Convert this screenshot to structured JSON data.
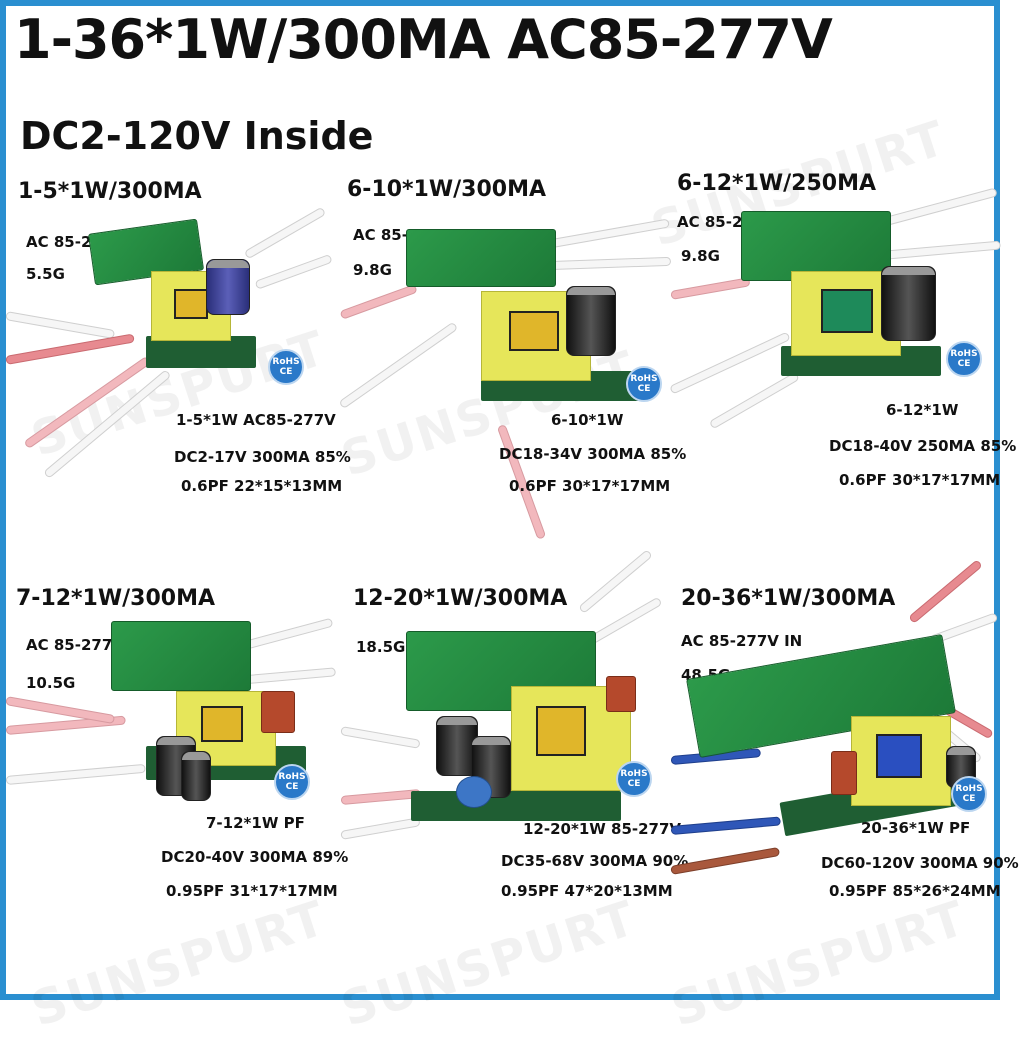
{
  "header": {
    "title": "1-36*1W/300MA AC85-277V",
    "subtitle": "DC2-120V Inside"
  },
  "watermark": "SUNSPURT",
  "certification": {
    "top": "RoHS",
    "bottom": "CE"
  },
  "colors": {
    "border": "#2a8fd0",
    "pcb": "#2c9a4a",
    "transformer": "#e6e65a"
  },
  "panels": [
    {
      "label": "1-5*1W/300MA",
      "input": "AC 85-277V",
      "weight": "5.5G",
      "spec_line1": "1-5*1W AC85-277V",
      "spec_line2": "DC2-17V 300MA 85%",
      "spec_line3": "0.6PF 22*15*13MM"
    },
    {
      "label": "6-10*1W/300MA",
      "input": "AC 85-277V IN",
      "weight": "9.8G",
      "spec_line1": "6-10*1W",
      "spec_line2": "DC18-34V 300MA 85%",
      "spec_line3": "0.6PF 30*17*17MM"
    },
    {
      "label": "6-12*1W/250MA",
      "input": "AC 85-277V IN",
      "weight": "9.8G",
      "spec_line1": "6-12*1W",
      "spec_line2": "DC18-40V 250MA 85%",
      "spec_line3": "0.6PF 30*17*17MM"
    },
    {
      "label": "7-12*1W/300MA",
      "input": "AC 85-277V",
      "weight": "10.5G",
      "spec_line1": "7-12*1W PF",
      "spec_line2": "DC20-40V 300MA 89%",
      "spec_line3": "0.95PF 31*17*17MM"
    },
    {
      "label": "12-20*1W/300MA",
      "input": "",
      "weight": "18.5G",
      "spec_line1": "12-20*1W 85-277V",
      "spec_line2": "DC35-68V 300MA 90%",
      "spec_line3": "0.95PF 47*20*13MM"
    },
    {
      "label": "20-36*1W/300MA",
      "input": "AC 85-277V IN",
      "weight": "48.5G",
      "spec_line1": "20-36*1W PF",
      "spec_line2": "DC60-120V 300MA 90%",
      "spec_line3": "0.95PF 85*26*24MM"
    }
  ]
}
